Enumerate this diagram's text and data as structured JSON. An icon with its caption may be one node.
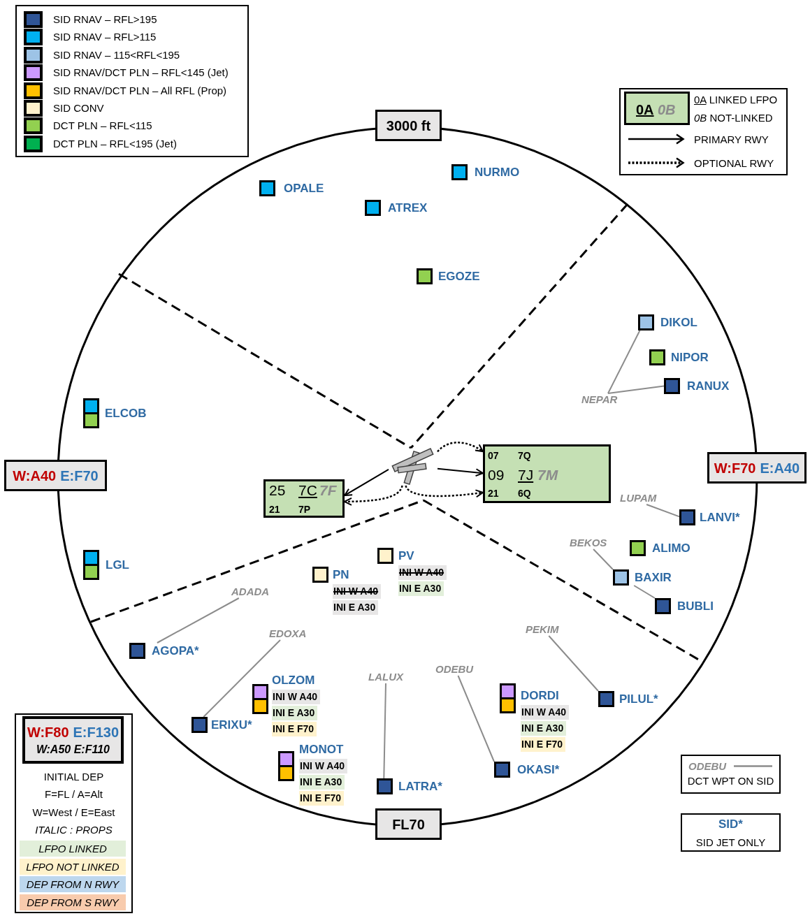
{
  "diagram": {
    "nodes": [
      {
        "text": [
          "3000 ft"
        ]
      },
      {
        "text": [
          "OPALE"
        ]
      },
      {
        "text": [
          "NURMO"
        ]
      },
      {
        "text": [
          "ATREX"
        ]
      },
      {
        "text": [
          "EGOZE"
        ]
      },
      {
        "text": [
          "DIKOL"
        ]
      },
      {
        "text": [
          "NIPOR"
        ]
      },
      {
        "text": [
          "RANUX"
        ]
      },
      {
        "text": [
          "NEPAR"
        ]
      },
      {
        "text": [
          "ELCOB"
        ]
      },
      {
        "text": [
          "W:A40",
          "E:F70"
        ]
      },
      {
        "text": [],
        "shape": "picture"
      },
      {
        "text": [
          "07",
          "7Q",
          "09",
          "7J",
          "7M",
          "21",
          "6Q"
        ]
      },
      {
        "text": [
          "25",
          "7C",
          "7F",
          "21",
          "7P"
        ]
      },
      {
        "text": [
          "W:F70",
          "E:A40"
        ]
      },
      {
        "text": [
          "LUPAM"
        ]
      },
      {
        "text": [
          "LANVI*"
        ]
      },
      {
        "text": [
          "BEKOS"
        ]
      },
      {
        "text": [
          "ALIMO"
        ]
      },
      {
        "text": [
          "LGL"
        ]
      },
      {
        "text": [
          "PV",
          "INI W A40",
          "INI E A30"
        ]
      },
      {
        "text": [
          "PN",
          "INI W A40",
          "INI E A30"
        ]
      },
      {
        "text": [
          "BAXIR"
        ]
      },
      {
        "text": [
          "ADADA"
        ]
      },
      {
        "text": [
          "BUBLI"
        ]
      },
      {
        "text": [
          "AGOPA*"
        ]
      },
      {
        "text": [
          "EDOXA"
        ]
      },
      {
        "text": [
          "PEKIM"
        ]
      },
      {
        "text": [
          "LALUX"
        ]
      },
      {
        "text": [
          "ODEBU"
        ]
      },
      {
        "text": [
          "OLZOM",
          "INI W A40",
          "INI E A30",
          "INI E F70"
        ]
      },
      {
        "text": [
          "DORDI",
          "INI W A40",
          "INI E A30",
          "INI E F70"
        ]
      },
      {
        "text": [
          "PILUL*"
        ]
      },
      {
        "text": [
          "ERIXU*"
        ]
      },
      {
        "text": [
          "MONOT",
          "INI W A40",
          "INI E A30",
          "INI E F70"
        ]
      },
      {
        "text": [
          "OKASI*"
        ]
      },
      {
        "text": [
          "LATRA*"
        ]
      },
      {
        "text": [
          "FL70"
        ]
      },
      {
        "text": [
          "INITIAL DEP",
          "F=FL / A=Alt",
          "W=West / E=East",
          "ITALIC : PROPS"
        ]
      },
      {
        "text": [
          "W:F80",
          "E:F130",
          "W:A50 E:F110"
        ],
        "in": 38
      },
      {
        "text": [
          "ODEBU",
          "DCT WPT ON SID"
        ]
      },
      {
        "text": [
          "SID*",
          "SID JET ONLY"
        ]
      }
    ],
    "edges": [
      {
        "from": 8,
        "to": 5,
        "arrow": "none"
      },
      {
        "from": 8,
        "to": 7,
        "arrow": "none"
      },
      {
        "from": 11,
        "to": 13,
        "arrow": "to",
        "color": "#000000"
      },
      {
        "from": 11,
        "to": 12,
        "arrow": "to",
        "color": "#000000"
      },
      {
        "from": 11,
        "to": 12,
        "arrow": "to",
        "style": "dashed",
        "color": "#000000"
      },
      {
        "from": 11,
        "to": 12,
        "arrow": "to",
        "style": "dashed",
        "color": "#000000"
      },
      {
        "from": 11,
        "to": 13,
        "arrow": "to",
        "style": "dashed",
        "color": "#000000"
      },
      {
        "from": 15,
        "to": 16,
        "arrow": "none"
      },
      {
        "from": 17,
        "to": 22,
        "arrow": "none"
      },
      {
        "from": 22,
        "to": 24,
        "arrow": "none"
      },
      {
        "from": 23,
        "to": 25,
        "arrow": "none"
      },
      {
        "from": 26,
        "to": 33,
        "arrow": "none"
      },
      {
        "from": 28,
        "to": 36,
        "arrow": "none"
      },
      {
        "from": 29,
        "to": 35,
        "arrow": "none"
      },
      {
        "from": 27,
        "to": 32,
        "arrow": "none"
      }
    ],
    "labels": [
      "0A",
      "0B"
    ],
    "legend": [
      {
        "text": "SID RNAV – RFL>195",
        "color": "#2f5597"
      },
      {
        "text": "SID RNAV – RFL>115",
        "color": "#00b0f0"
      },
      {
        "text": "SID RNAV – 115<RFL<195",
        "color": "#9dc3e6"
      },
      {
        "text": "SID RNAV/DCT PLN – RFL<145 (Jet)",
        "color": "#cc99ff"
      },
      {
        "text": "SID RNAV/DCT PLN – All RFL (Prop)",
        "color": "#ffc000"
      },
      {
        "text": "SID CONV",
        "color": "#fff2cc"
      },
      {
        "text": "DCT PLN – RFL<115",
        "color": "#92d050"
      },
      {
        "text": "DCT PLN – RFL<195 (Jet)",
        "color": "#00b050"
      },
      {
        "text": "0A LINKED LFPO"
      },
      {
        "text": "*0B* NOT-LINKED"
      },
      {
        "text": "PRIMARY RWY"
      },
      {
        "text": "OPTIONAL RWY"
      },
      {
        "text": "LFPO LINKED",
        "color": "#e2efda"
      },
      {
        "text": "LFPO NOT LINKED",
        "color": "#fff2cc"
      },
      {
        "text": "DEP FROM N RWY",
        "color": "#bdd7ee"
      },
      {
        "text": "DEP FROM S RWY",
        "color": "#f8cbad"
      }
    ]
  }
}
